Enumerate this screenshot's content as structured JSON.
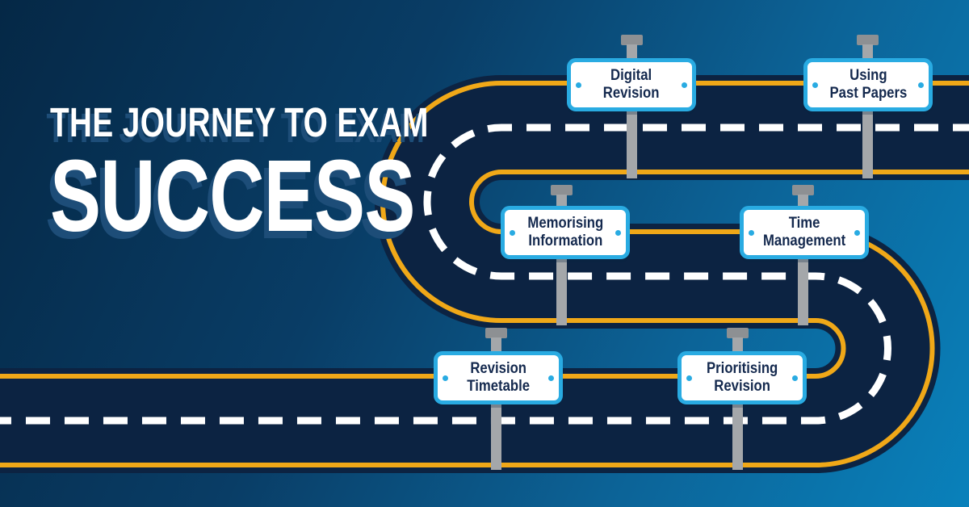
{
  "title": {
    "line1": "THE JOURNEY TO EXAM",
    "line2": "SUCCESS"
  },
  "signs": [
    {
      "id": "digital-revision",
      "line1": "Digital",
      "line2": "Revision"
    },
    {
      "id": "using-past-papers",
      "line1": "Using",
      "line2": "Past Papers"
    },
    {
      "id": "memorising-information",
      "line1": "Memorising",
      "line2": "Information"
    },
    {
      "id": "time-management",
      "line1": "Time",
      "line2": "Management"
    },
    {
      "id": "revision-timetable",
      "line1": "Revision",
      "line2": "Timetable"
    },
    {
      "id": "prioritising-revision",
      "line1": "Prioritising",
      "line2": "Revision"
    }
  ],
  "colors": {
    "background_start": "#052846",
    "background_end": "#0981bb",
    "road_surface": "#0c2342",
    "road_edge_yellow": "#f0a818",
    "lane_marking_white": "#ffffff",
    "sign_border_cyan": "#29abe2",
    "sign_background": "#ffffff",
    "sign_text_navy": "#14294e",
    "post_gray": "#a4a7aa",
    "post_cap_gray": "#8d9093",
    "title_text": "#ffffff",
    "title_shadow": "#1d4d78"
  }
}
